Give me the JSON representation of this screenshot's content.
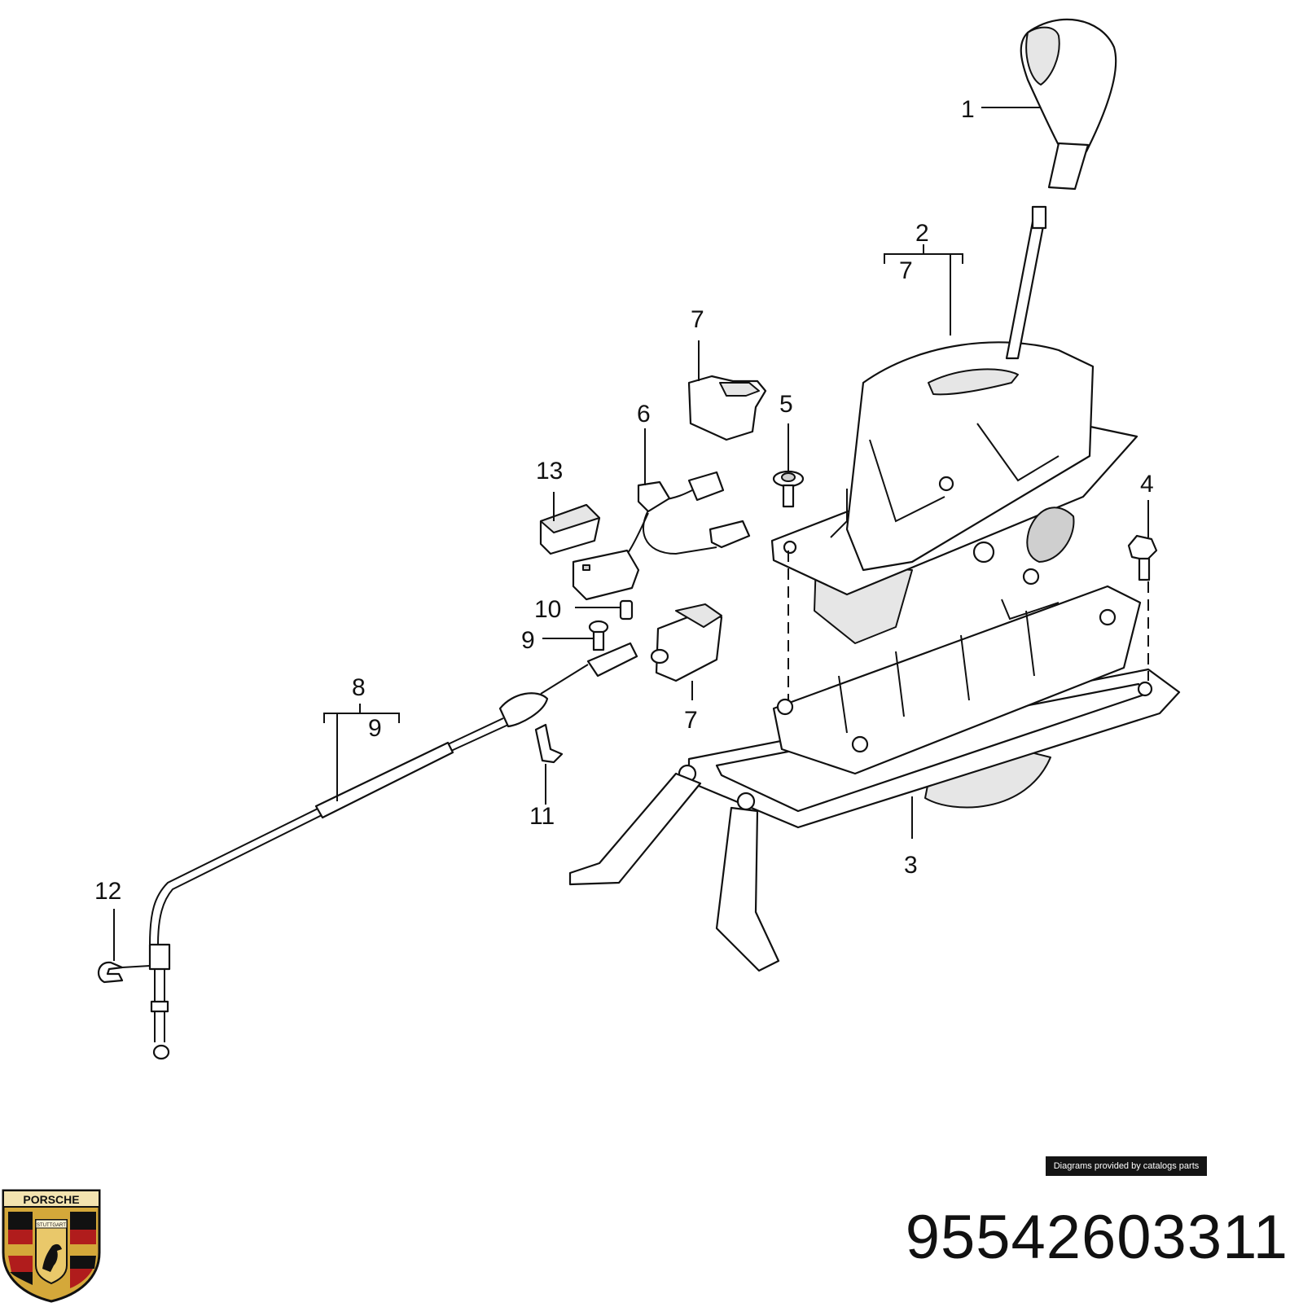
{
  "diagram": {
    "callouts": [
      {
        "id": "callout-1",
        "text": "1"
      },
      {
        "id": "callout-2",
        "text": "2"
      },
      {
        "id": "callout-2-sub-7",
        "text": "7"
      },
      {
        "id": "callout-3",
        "text": "3"
      },
      {
        "id": "callout-4",
        "text": "4"
      },
      {
        "id": "callout-5",
        "text": "5"
      },
      {
        "id": "callout-6",
        "text": "6"
      },
      {
        "id": "callout-7-top",
        "text": "7"
      },
      {
        "id": "callout-7-bottom",
        "text": "7"
      },
      {
        "id": "callout-8",
        "text": "8"
      },
      {
        "id": "callout-8-sub-9",
        "text": "9"
      },
      {
        "id": "callout-9",
        "text": "9"
      },
      {
        "id": "callout-10",
        "text": "10"
      },
      {
        "id": "callout-11",
        "text": "11"
      },
      {
        "id": "callout-12",
        "text": "12"
      },
      {
        "id": "callout-13",
        "text": "13"
      }
    ]
  },
  "credit": "Diagrams provided by catalogs parts",
  "part_number": "95542603311",
  "logo": {
    "brand_text": "PORSCHE",
    "city_text": "STUTTGART",
    "colors": {
      "gold": "#d4a83a",
      "red": "#b01c1c",
      "black": "#111111"
    }
  }
}
